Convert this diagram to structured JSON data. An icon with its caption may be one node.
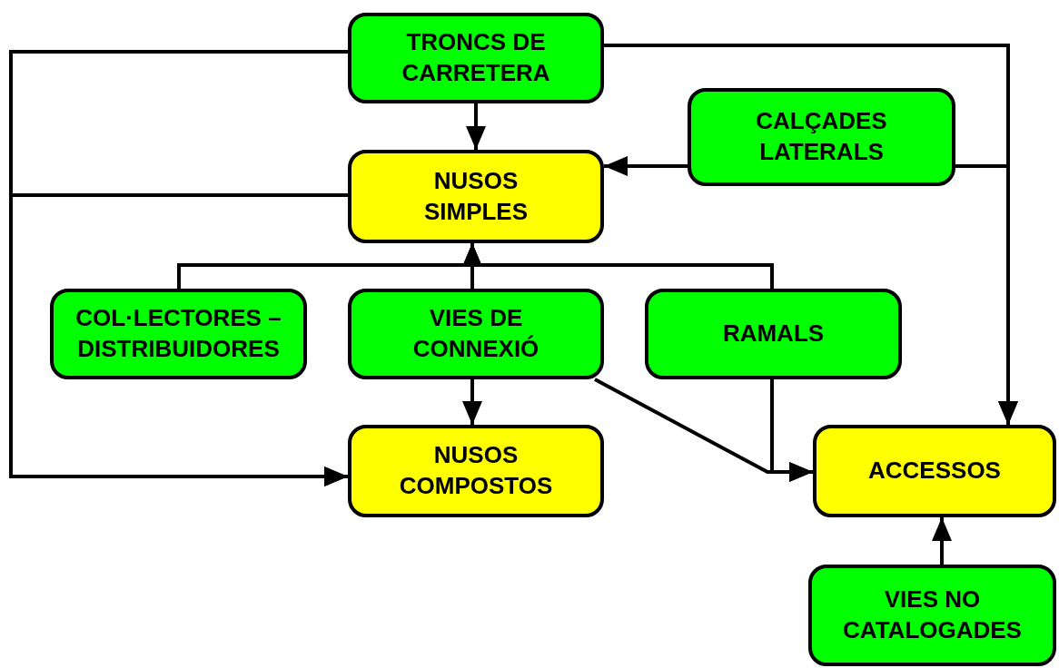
{
  "diagram": {
    "nodes": [
      {
        "text": [
          "TRONCS DE CARRETERA"
        ]
      },
      {
        "text": [
          "CALÇADES LATERALS"
        ]
      },
      {
        "text": [
          "NUSOS SIMPLES"
        ]
      },
      {
        "text": [
          "COL·LECTORES – DISTRIBUIDORES"
        ]
      },
      {
        "text": [
          "VIES DE CONNEXIÓ"
        ]
      },
      {
        "text": [
          "RAMALS"
        ]
      },
      {
        "text": [
          "NUSOS COMPOSTOS"
        ]
      },
      {
        "text": [
          "ACCESSOS"
        ]
      },
      {
        "text": [
          "VIES NO CATALOGADES"
        ]
      }
    ],
    "edges": [
      {
        "from": 0,
        "to": 2,
        "arrow": "to"
      },
      {
        "from": 1,
        "to": 2,
        "arrow": "to"
      },
      {
        "from": 0,
        "to": 7,
        "arrow": "to"
      },
      {
        "from": 1,
        "to": 7,
        "arrow": "to"
      },
      {
        "from": 0,
        "to": 6,
        "arrow": "to"
      },
      {
        "from": 2,
        "to": 6,
        "arrow": "to"
      },
      {
        "from": 3,
        "to": 2,
        "arrow": "to"
      },
      {
        "from": 4,
        "to": 2,
        "arrow": "to"
      },
      {
        "from": 5,
        "to": 2,
        "arrow": "to"
      },
      {
        "from": 4,
        "to": 6,
        "arrow": "to"
      },
      {
        "from": 4,
        "to": 7,
        "arrow": "to"
      },
      {
        "from": 5,
        "to": 7,
        "arrow": "to"
      },
      {
        "from": 8,
        "to": 7,
        "arrow": "to"
      }
    ]
  }
}
